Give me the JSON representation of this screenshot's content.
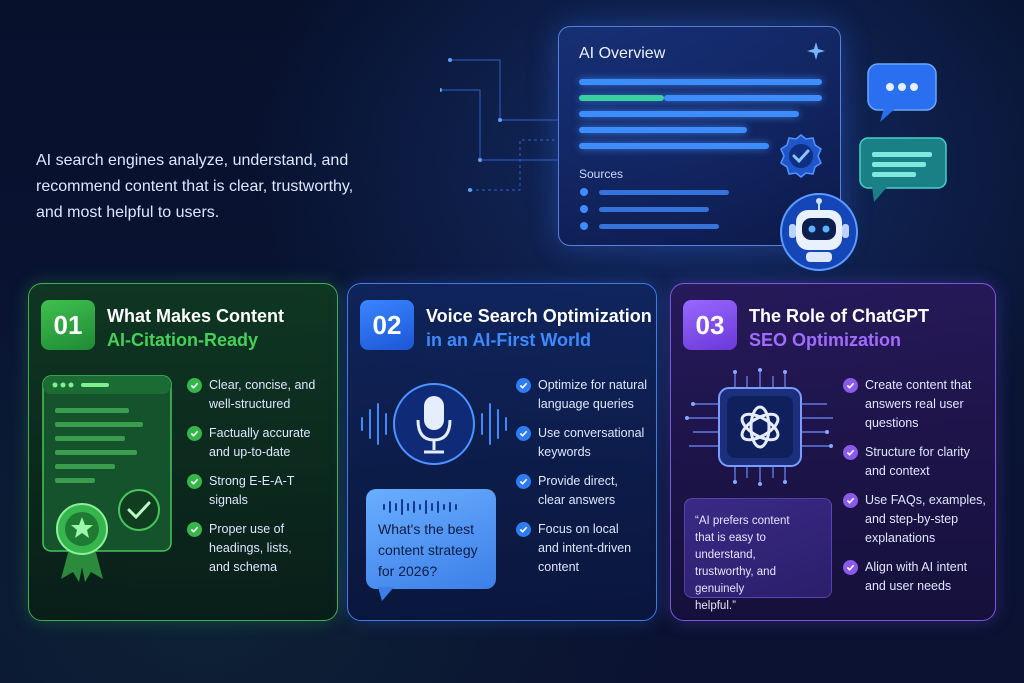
{
  "intro": {
    "line1": "AI search engines analyze, understand, and",
    "line2": "recommend content that is clear, trustworthy,",
    "line3": "and most helpful to users."
  },
  "overview": {
    "title": "AI Overview",
    "sources_label": "Sources"
  },
  "cards": [
    {
      "number": "01",
      "title_line1": "What Makes Content",
      "title_line2": "AI-Citation-Ready",
      "items": [
        [
          "Clear, concise, and",
          "well-structured"
        ],
        [
          "Factually accurate",
          "and up-to-date"
        ],
        [
          "Strong E-E-A-T",
          "signals"
        ],
        [
          "Proper use of",
          "headings, lists,",
          "and schema"
        ]
      ]
    },
    {
      "number": "02",
      "title_line1": "Voice Search Optimization",
      "title_line2": "in an AI-First World",
      "query": [
        "What's the best",
        "content strategy",
        "for 2026?"
      ],
      "items": [
        [
          "Optimize for natural",
          "language queries"
        ],
        [
          "Use conversational",
          "keywords"
        ],
        [
          "Provide direct,",
          "clear answers"
        ],
        [
          "Focus on local",
          "and intent-driven",
          "content"
        ]
      ]
    },
    {
      "number": "03",
      "title_line1": "The Role of ChatGPT",
      "title_line2": "SEO Optimization",
      "quote": [
        "“AI prefers content",
        "that is easy to understand,",
        "trustworthy, and genuinely",
        "helpful.”"
      ],
      "items": [
        [
          "Create content that",
          "answers real user",
          "questions"
        ],
        [
          "Structure for clarity",
          "and context"
        ],
        [
          "Use FAQs, examples,",
          "and step-by-step",
          "explanations"
        ],
        [
          "Align with AI intent",
          "and user needs"
        ]
      ]
    }
  ],
  "colors": {
    "green_accent": "#45d05a",
    "blue_accent": "#3d8aff",
    "purple_accent": "#a06cff",
    "background": "#07112c"
  },
  "icons": [
    "sparkle-icon",
    "verified-badge-icon",
    "robot-icon",
    "chat-bubble-icon",
    "message-lines-icon",
    "document-check-icon",
    "award-ribbon-icon",
    "microphone-icon",
    "sound-wave-icon",
    "chatgpt-chip-icon",
    "check-icon"
  ]
}
